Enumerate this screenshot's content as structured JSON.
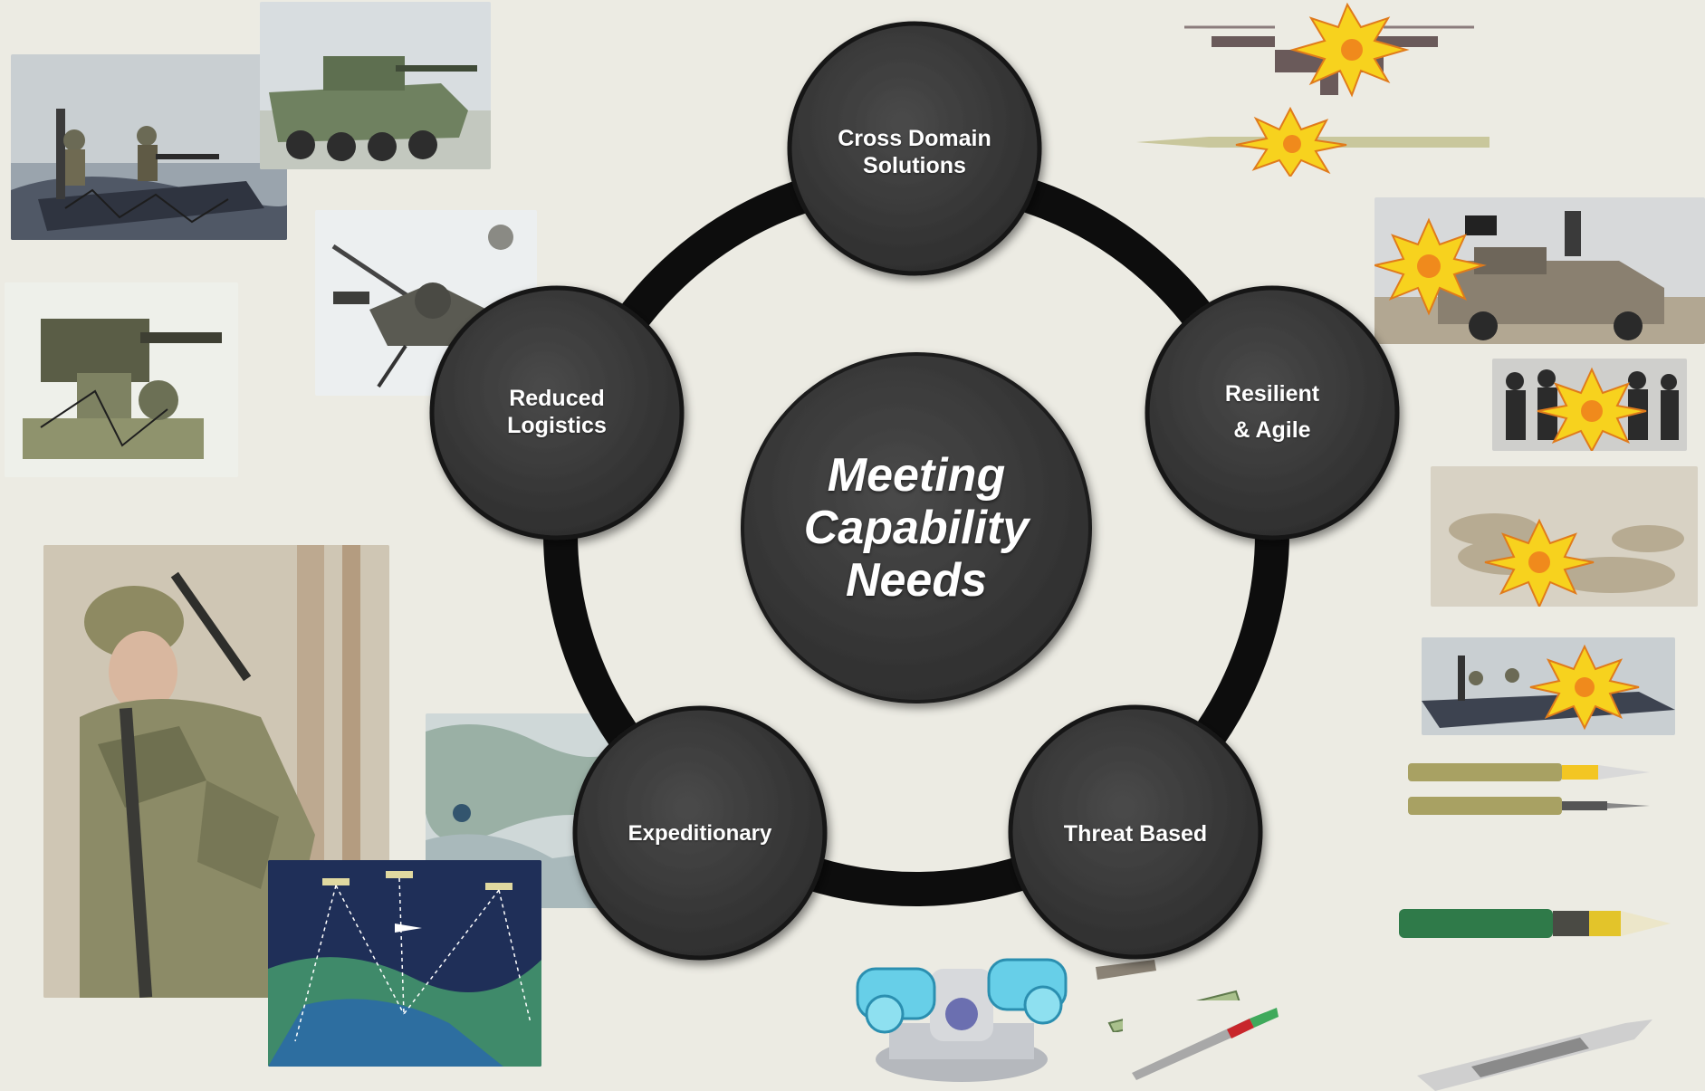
{
  "diagram": {
    "center": {
      "text": "Meeting\nCapability\nNeeds"
    },
    "nodes": [
      {
        "id": "cross-domain",
        "text": "Cross Domain\nSolutions"
      },
      {
        "id": "resilient-agile",
        "text": "Resilient\n& Agile"
      },
      {
        "id": "threat-based",
        "text": "Threat Based"
      },
      {
        "id": "expeditionary",
        "text": "Expeditionary"
      },
      {
        "id": "reduced-logistics",
        "text": "Reduced\nLogistics"
      }
    ],
    "colors": {
      "background": "#ecebe3",
      "ring": "#0d0d0d",
      "circle": "#3a3a3a",
      "circle_dark": "#262626",
      "text": "#ffffff",
      "explosion": "#f7d21e"
    }
  },
  "images": {
    "left": [
      {
        "name": "patrol-boat-photo",
        "icon": "boat"
      },
      {
        "name": "armored-vehicle-photo",
        "icon": "tank"
      },
      {
        "name": "attack-helicopter-photo",
        "icon": "helicopter"
      },
      {
        "name": "weapon-turret-photo",
        "icon": "turret"
      },
      {
        "name": "soldier-photo",
        "icon": "soldier"
      },
      {
        "name": "satellite-network-photo",
        "icon": "satellite"
      },
      {
        "name": "map-photo",
        "icon": "map"
      }
    ],
    "right": [
      {
        "name": "drone-explosion-photo",
        "icon": "drone"
      },
      {
        "name": "missile-explosion-photo",
        "icon": "missile"
      },
      {
        "name": "technical-truck-explosion-photo",
        "icon": "truck"
      },
      {
        "name": "insurgents-explosion-photo",
        "icon": "insurgents"
      },
      {
        "name": "bunker-explosion-photo",
        "icon": "bunker"
      },
      {
        "name": "boat-explosion-photo",
        "icon": "boat"
      },
      {
        "name": "ammunition-rounds-photo",
        "icon": "ammunition"
      },
      {
        "name": "green-round-photo",
        "icon": "round"
      },
      {
        "name": "projectile-photo",
        "icon": "projectile"
      }
    ],
    "bottom": [
      {
        "name": "launcher-rendering",
        "icon": "launcher"
      },
      {
        "name": "canisters-photo",
        "icon": "canisters"
      },
      {
        "name": "rocket-photo",
        "icon": "rocket"
      }
    ]
  }
}
